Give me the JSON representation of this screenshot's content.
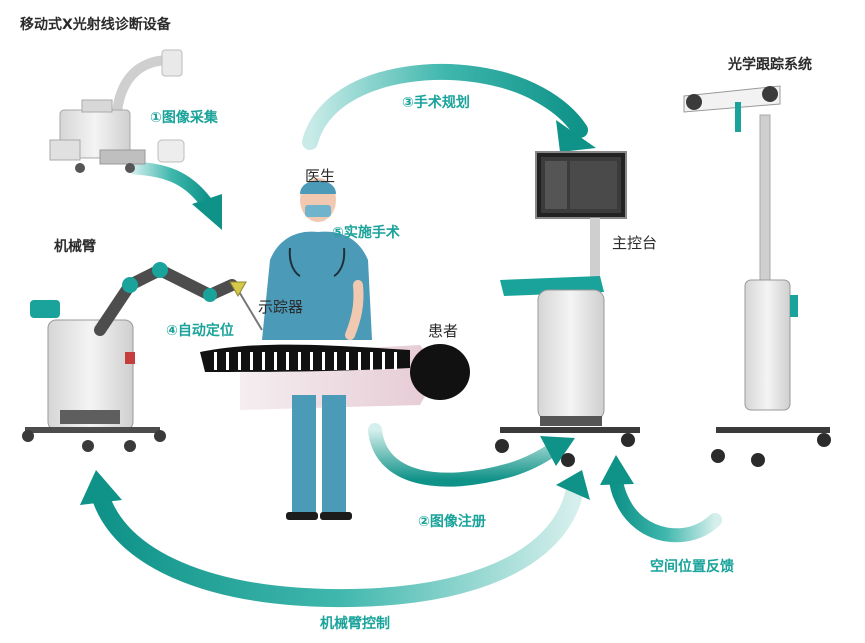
{
  "labels": {
    "c_arm": "移动式X光射线诊断设备",
    "tracking": "光学跟踪系统",
    "robot_arm": "机械臂",
    "doctor": "医生",
    "console": "主控台",
    "tracer": "示踪器",
    "patient": "患者"
  },
  "steps": {
    "s1": "①图像采集",
    "s2": "②图像注册",
    "s3": "③手术规划",
    "s4": "④自动定位",
    "s5": "⑤实施手术"
  },
  "flows": {
    "spatial_feedback": "空间位置反馈",
    "arm_control": "机械臂控制"
  },
  "colors": {
    "accent": "#1aa39a",
    "scrubs": "#4a9ab8",
    "device_body": "#e8e8e8"
  }
}
